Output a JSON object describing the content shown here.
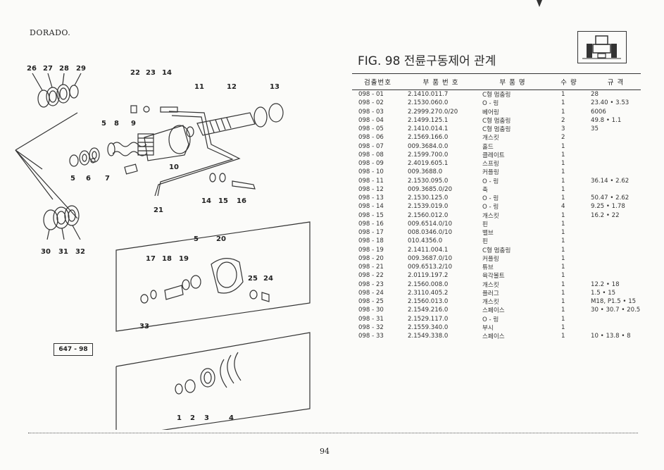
{
  "header": {
    "brand": "DORADO.",
    "fig_title": "FIG. 98 전륜구동제어 관계",
    "thumbnail_icon": "tractor-front-icon"
  },
  "diagram": {
    "code": "647 - 98",
    "callouts": {
      "c1": "1",
      "c2": "2",
      "c3": "3",
      "c4": "4",
      "c5": "5",
      "c5b": "5",
      "c6": "6",
      "c7": "7",
      "c8": "8",
      "c9": "9",
      "c10": "10",
      "c11": "11",
      "c12": "12",
      "c13": "13",
      "c14": "14",
      "c14b": "14",
      "c15": "15",
      "c16": "16",
      "c17": "17",
      "c18": "18",
      "c19": "19",
      "c20": "20",
      "c21": "21",
      "c22": "22",
      "c23": "23",
      "c24": "24",
      "c25": "25",
      "c26": "26",
      "c27": "27",
      "c28": "28",
      "c29": "29",
      "c30": "30",
      "c31": "31",
      "c32": "32",
      "c33": "33"
    }
  },
  "table": {
    "headers": [
      "검출번호",
      "부 품 번 호",
      "부 품 명",
      "수 량",
      "규 격"
    ],
    "rows": [
      [
        "098 - 01",
        "2.1410.011.7",
        "C형 멈춤링",
        "1",
        "28"
      ],
      [
        "098 - 02",
        "2.1530.060.0",
        "O - 링",
        "1",
        "23.40 • 3.53"
      ],
      [
        "098 - 03",
        "2.2999.270.0/20",
        "베어링",
        "1",
        "6006"
      ],
      [
        "098 - 04",
        "2.1499.125.1",
        "C형 멈춤링",
        "2",
        "49.8 • 1.1"
      ],
      [
        "098 - 05",
        "2.1410.014.1",
        "C형 멈춤링",
        "3",
        "35"
      ],
      [
        "098 - 06",
        "2.1569.166.0",
        "개스킷",
        "2",
        ""
      ],
      [
        "098 - 07",
        "009.3684.0.0",
        "홀드",
        "1",
        ""
      ],
      [
        "098 - 08",
        "2.1599.700.0",
        "클레이트",
        "1",
        ""
      ],
      [
        "098 - 09",
        "2.4019.605.1",
        "스프링",
        "1",
        ""
      ],
      [
        "098 - 10",
        "009.3688.0",
        "커플링",
        "1",
        ""
      ],
      [
        "098 - 11",
        "2.1530.095.0",
        "O - 링",
        "1",
        "36.14 • 2.62"
      ],
      [
        "098 - 12",
        "009.3685.0/20",
        "축",
        "1",
        ""
      ],
      [
        "098 - 13",
        "2.1530.125.0",
        "O - 링",
        "1",
        "50.47 • 2.62"
      ],
      [
        "098 - 14",
        "2.1539.019.0",
        "O - 링",
        "4",
        "9.25 • 1.78"
      ],
      [
        "098 - 15",
        "2.1560.012.0",
        "개스킷",
        "1",
        "16.2 • 22"
      ],
      [
        "098 - 16",
        "009.6514.0/10",
        "핀",
        "1",
        ""
      ],
      [
        "098 - 17",
        "008.0346.0/10",
        "밸브",
        "1",
        ""
      ],
      [
        "098 - 18",
        "010.4356.0",
        "핀",
        "1",
        ""
      ],
      [
        "098 - 19",
        "2.1411.004.1",
        "C형 멈춤링",
        "1",
        ""
      ],
      [
        "098 - 20",
        "009.3687.0/10",
        "커플링",
        "1",
        ""
      ],
      [
        "098 - 21",
        "009.6513.2/10",
        "튜브",
        "1",
        ""
      ],
      [
        "098 - 22",
        "2.0119.197.2",
        "육각볼트",
        "1",
        ""
      ],
      [
        "098 - 23",
        "2.1560.008.0",
        "개스킷",
        "1",
        "12.2 • 18"
      ],
      [
        "098 - 24",
        "2.3110.405.2",
        "플러그",
        "1",
        "1.5 • 15"
      ],
      [
        "098 - 25",
        "2.1560.013.0",
        "개스킷",
        "1",
        "M18, P1.5 • 15"
      ],
      [
        "098 - 30",
        "2.1549.216.0",
        "스페이스",
        "1",
        "30 • 30.7 • 20.5"
      ],
      [
        "098 - 31",
        "2.1529.117.0",
        "O - 링",
        "1",
        ""
      ],
      [
        "098 - 32",
        "2.1559.340.0",
        "부시",
        "1",
        ""
      ],
      [
        "098 - 33",
        "2.1549.338.0",
        "스페이스",
        "1",
        "10 • 13.8 • 8"
      ]
    ]
  },
  "footer": {
    "page_number": "94"
  }
}
